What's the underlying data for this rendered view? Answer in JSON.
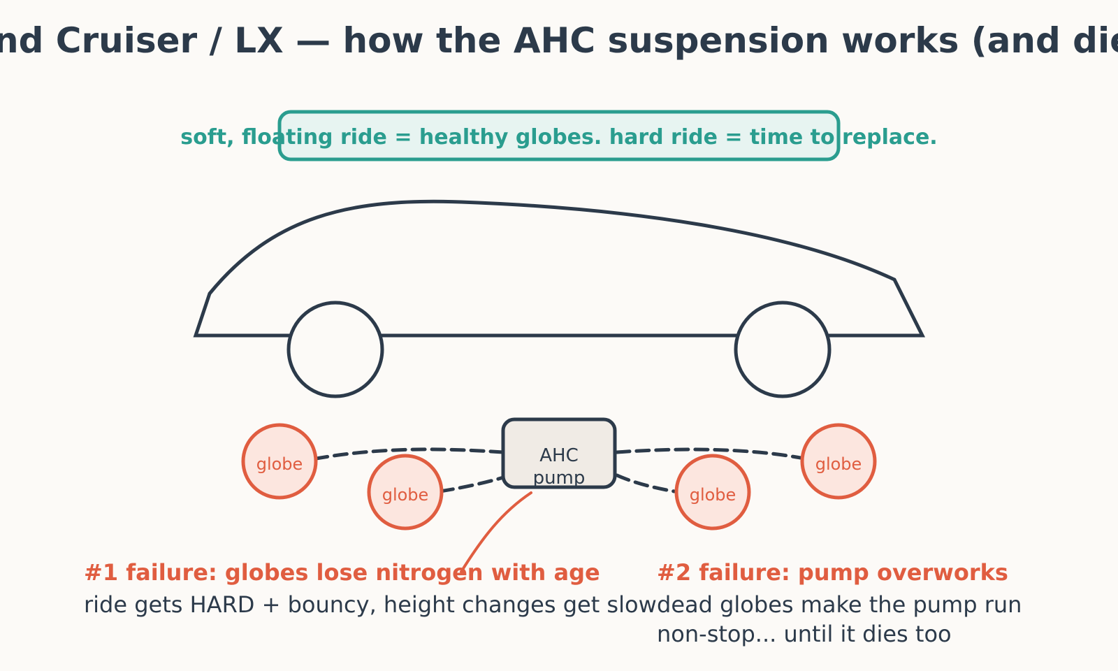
{
  "title": "Land Cruiser / LX — how the AHC suspension works (and dies)",
  "banner": "soft, floating ride = healthy globes. hard ride = time to replace.",
  "components": {
    "globe_label": "globe",
    "pump_label_line1": "AHC",
    "pump_label_line2": "pump"
  },
  "failures": [
    {
      "title": "#1 failure: globes lose nitrogen with age",
      "body": [
        "ride gets HARD + bouncy, height changes get slow"
      ]
    },
    {
      "title": "#2 failure: pump overworks",
      "body": [
        "dead globes make the pump run",
        "non-stop... until it dies too"
      ]
    }
  ],
  "colors": {
    "ink": "#2c3a4a",
    "accent": "#e05d40",
    "teal": "#2a9d8f",
    "globe_fill": "#fce6df",
    "banner_fill": "#e7f4f1",
    "pump_fill": "#f0ebe5"
  }
}
